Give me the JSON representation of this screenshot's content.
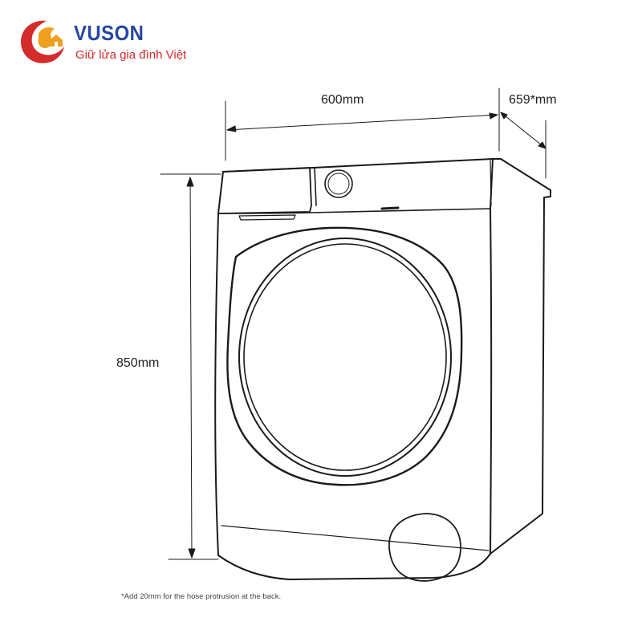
{
  "brand": {
    "name": "VUSON",
    "slogan": "Giữ lửa gia đình Việt",
    "colors": {
      "primary": "#2446a6",
      "accent": "#d42b2b",
      "gold": "#f0a020"
    }
  },
  "dimensions": {
    "width_label": "600mm",
    "depth_label": "659*mm",
    "height_label": "850mm"
  },
  "footnote": "*Add 20mm for the hose protrusion at the back.",
  "icons": {
    "logo": "vuson-logo-icon"
  }
}
